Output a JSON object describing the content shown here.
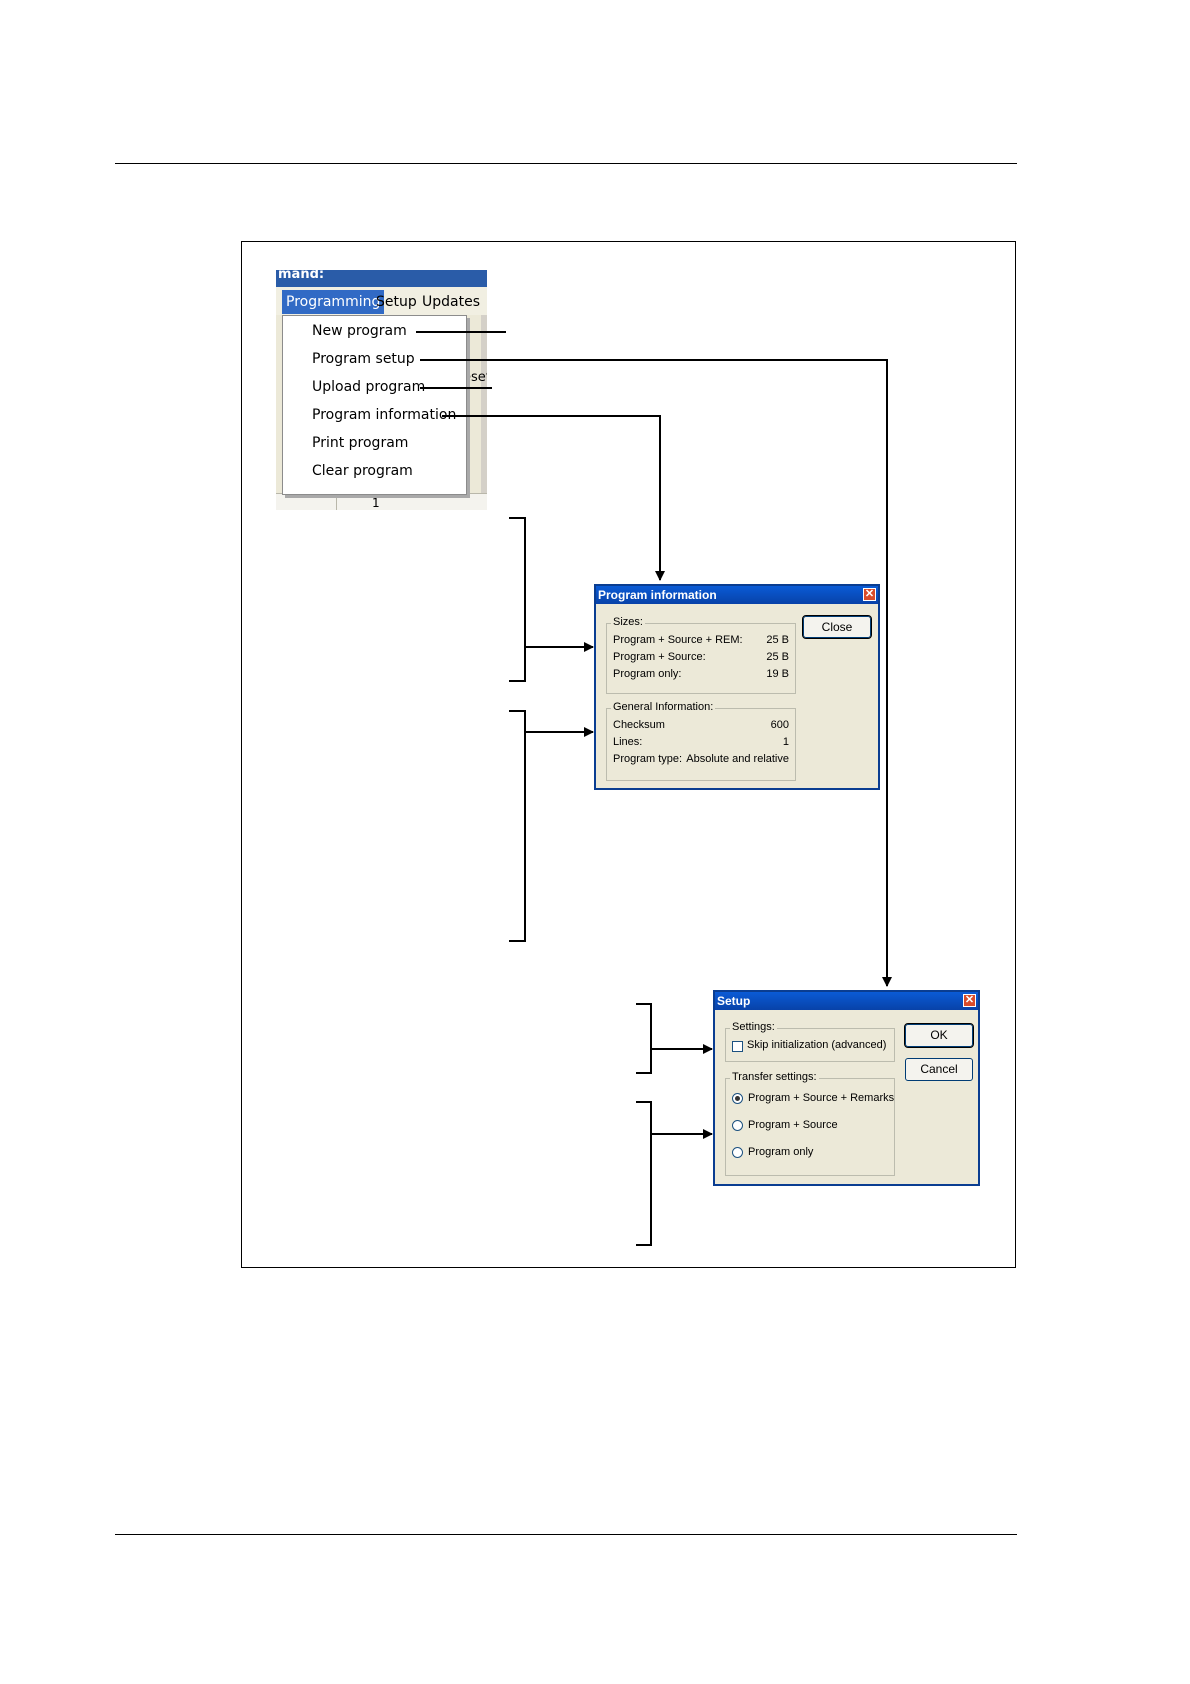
{
  "menu": {
    "title_fragment": "mand:",
    "menubar": [
      "Programming",
      "Setup",
      "Updates"
    ],
    "items": [
      "New program",
      "Program setup",
      "Upload program",
      "Program information",
      "Print program",
      "Clear program"
    ],
    "right_fragment": "eset",
    "row_fragment": "1"
  },
  "program_information": {
    "title": "Program information",
    "close_label": "Close",
    "sizes_label": "Sizes:",
    "sizes": [
      {
        "label": "Program + Source + REM:",
        "value": "25 B"
      },
      {
        "label": "Program + Source:",
        "value": "25 B"
      },
      {
        "label": "Program only:",
        "value": "19 B"
      }
    ],
    "general_label": "General Information:",
    "general": [
      {
        "label": "Checksum",
        "value": "600"
      },
      {
        "label": "Lines:",
        "value": "1"
      },
      {
        "label": "Program type:",
        "value": "Absolute and relative"
      }
    ]
  },
  "setup": {
    "title": "Setup",
    "ok_label": "OK",
    "cancel_label": "Cancel",
    "settings_label": "Settings:",
    "skip_init_label": "Skip initialization (advanced)",
    "skip_init_checked": false,
    "transfer_label": "Transfer settings:",
    "transfer_options": [
      "Program + Source + Remarks",
      "Program + Source",
      "Program only"
    ],
    "transfer_selected": "Program + Source + Remarks"
  }
}
